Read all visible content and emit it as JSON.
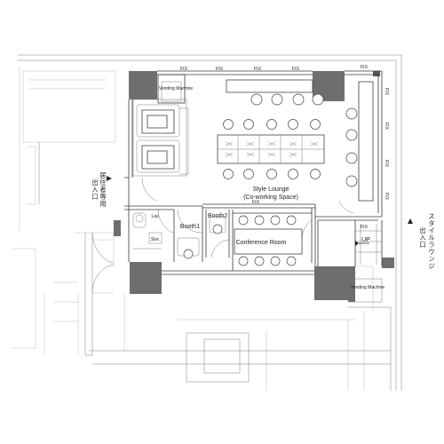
{
  "rooms": {
    "vending_top": "Vending Machine",
    "vending_bottom": "Vending Machine",
    "lounge_line1": "Style Lounge",
    "lounge_line2": "(Co-working Space)",
    "conference": "Conference Room",
    "booth1": "Booth1",
    "booth2": "Booth2",
    "lavatory": "Lav.",
    "storage": "Stor."
  },
  "fix_label": "FIX",
  "up_label": "UP",
  "entrances": {
    "resident": [
      "居",
      "住",
      "者",
      "専",
      "用",
      "出",
      "入",
      "口"
    ],
    "lounge": [
      "ス",
      "タ",
      "イ",
      "ル",
      "ラ",
      "ウ",
      "ン",
      "ジ",
      "出",
      "入",
      "口"
    ]
  },
  "colors": {
    "wall": "#6e6e6e",
    "line": "#3a3a3a"
  }
}
